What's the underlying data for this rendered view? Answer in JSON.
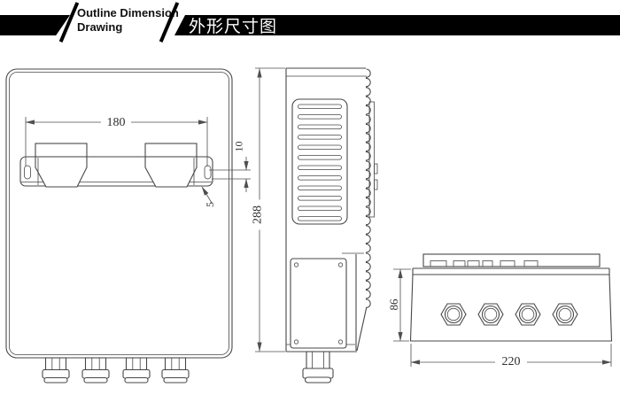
{
  "header": {
    "title_en_line1": "Outline Dimension",
    "title_en_line2": "Drawing",
    "title_zh": "外形尺寸图",
    "bar_color": "#000000"
  },
  "drawing": {
    "line_color": "#474747",
    "dim_color": "#4f4f4f",
    "dimensions": {
      "bracket_hole_spacing": "180",
      "hole_height": "10",
      "bracket_thickness": "5",
      "body_height": "288",
      "body_depth": "86",
      "body_width": "220"
    },
    "front_view": {
      "gland_count": 4
    },
    "side_view": {
      "louver_count": 12,
      "screw_count": 4
    },
    "bottom_view": {
      "gland_count": 4
    }
  }
}
